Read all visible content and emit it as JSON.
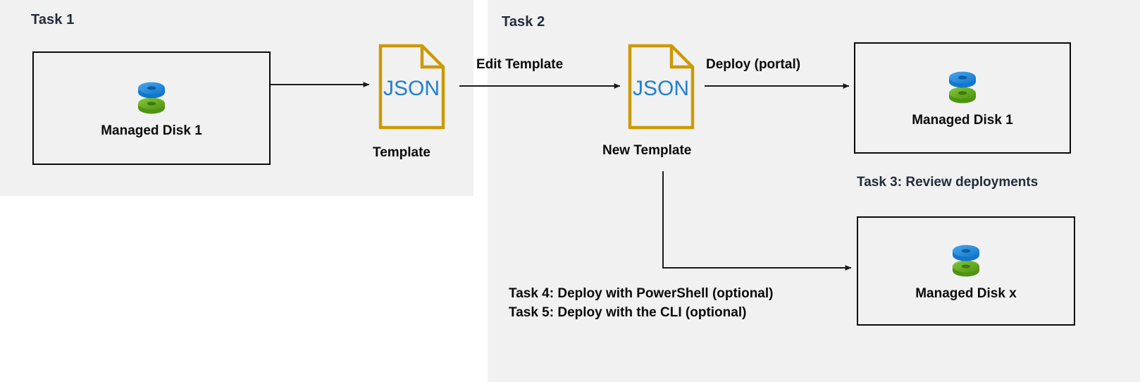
{
  "diagram": {
    "title": "Azure Managed Disk template deployment tasks",
    "background": "#ffffff",
    "panel_fill": "#f1f1f1",
    "heading_color": "#232c3a",
    "text_color": "#0a0a0a",
    "file_icon_color": "#cc9a06",
    "json_text_color": "#1f7fd0",
    "disk_blue": "#2b8fe5",
    "disk_green": "#6cb526",
    "line_color": "#1a1a1a"
  },
  "panels": [
    {
      "name": "task1",
      "label": "Task 1"
    },
    {
      "name": "task2",
      "label": "Task 2"
    }
  ],
  "resources": [
    {
      "name": "managed-disk-1-source",
      "label": "Managed Disk 1",
      "icon": "managed-disk-icon"
    },
    {
      "name": "managed-disk-1-deployed",
      "label": "Managed Disk 1",
      "icon": "managed-disk-icon"
    },
    {
      "name": "managed-disk-x",
      "label": "Managed Disk x",
      "icon": "managed-disk-icon"
    }
  ],
  "files": [
    {
      "name": "template",
      "icon_text": "JSON",
      "caption": "Template"
    },
    {
      "name": "new-template",
      "icon_text": "JSON",
      "caption": "New Template"
    }
  ],
  "arrows": [
    {
      "name": "export-template-arrow",
      "label": ""
    },
    {
      "name": "edit-template-arrow",
      "label": "Edit Template"
    },
    {
      "name": "deploy-portal-arrow",
      "label": "Deploy (portal)"
    },
    {
      "name": "deploy-cli-arrow",
      "label": ""
    }
  ],
  "notes": [
    {
      "name": "task3-note",
      "text": "Task 3: Review deployments"
    },
    {
      "name": "task4-note",
      "text": "Task 4: Deploy with PowerShell (optional)"
    },
    {
      "name": "task5-note",
      "text": "Task 5: Deploy with the CLI (optional)"
    }
  ]
}
